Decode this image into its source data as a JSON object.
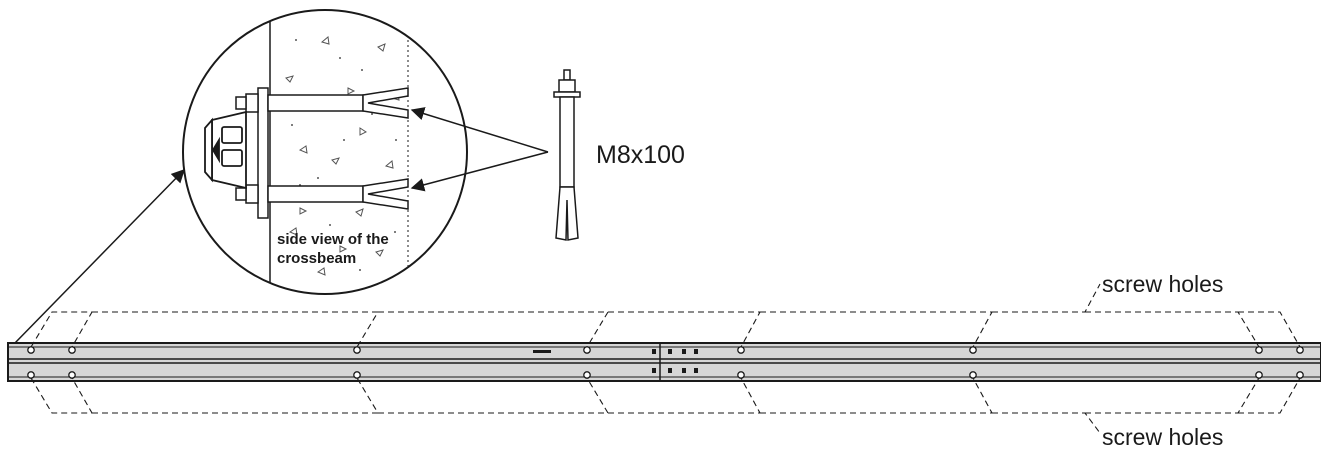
{
  "diagram": {
    "anchor_label": "M8x100",
    "detail_caption_line1": "side view of the",
    "detail_caption_line2": "crossbeam",
    "screw_holes_top_label": "screw holes",
    "screw_holes_bottom_label": "screw holes",
    "colors": {
      "stroke": "#1a1a1a",
      "beam_fill": "#d6d6d6",
      "background": "#ffffff"
    }
  }
}
